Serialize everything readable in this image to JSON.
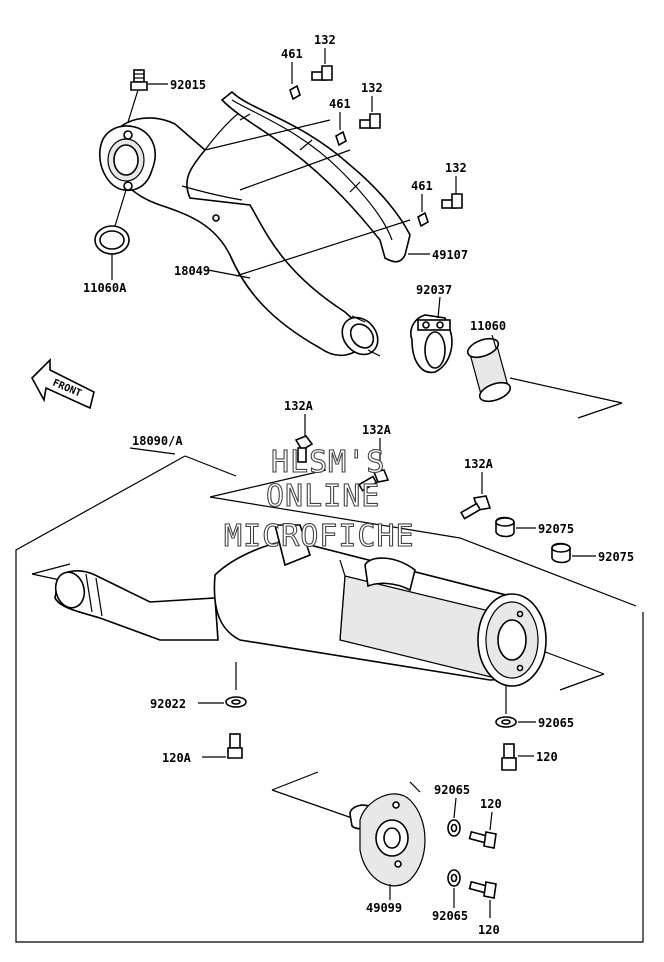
{
  "labels": {
    "l92015": "92015",
    "l461a": "461",
    "l132a": "132",
    "l461b": "461",
    "l132b": "132",
    "l461c": "461",
    "l132c": "132",
    "l49107": "49107",
    "l11060A": "11060A",
    "l18049": "18049",
    "l92037": "92037",
    "l11060": "11060",
    "l132A_1": "132A",
    "l132A_2": "132A",
    "l132A_3": "132A",
    "l18090A": "18090/A",
    "l92075a": "92075",
    "l92075b": "92075",
    "l92022": "92022",
    "l120A": "120A",
    "l92065a": "92065",
    "l120a": "120",
    "l92065b": "92065",
    "l120b": "120",
    "l49099": "49099",
    "l92065c": "92065",
    "l120c": "120"
  },
  "front_arrow": {
    "text": "FRONT",
    "icon": "front-arrow-icon"
  },
  "watermark": {
    "line1": "HLSM'S",
    "line2": "ONLINE",
    "line3": "MICROFICHE"
  }
}
